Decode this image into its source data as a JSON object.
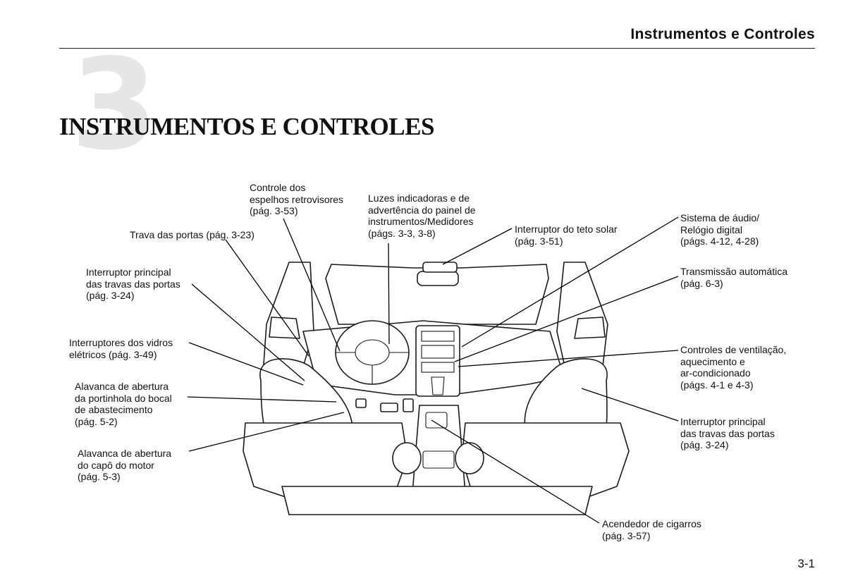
{
  "header": {
    "title": "Instrumentos e Controles"
  },
  "chapter": {
    "number": "3",
    "title": "INSTRUMENTOS E CONTROLES"
  },
  "callouts": {
    "mirror_control": "Controle dos\nespelhos retrovisores\n(pág. 3-53)",
    "door_lock": "Trava das portas (pág. 3-23)",
    "master_lock_left": "Interruptor principal\ndas travas das portas\n(pág. 3-24)",
    "power_windows": "Interruptores dos vidros\nelétricos (pág. 3-49)",
    "fuel_door": "Alavanca de abertura\nda portinhola do bocal\nde abastecimento\n(pág. 5-2)",
    "hood_release": "Alavanca de abertura\ndo capô do motor\n(pág. 5-3)",
    "indicator_lights": "Luzes indicadoras e de\nadvertência do painel de\ninstrumentos/Medidores\n(págs. 3-3, 3-8)",
    "moonroof": "Interruptor do teto solar\n(pág. 3-51)",
    "audio": "Sistema de áudio/\nRelógio digital\n(págs. 4-12, 4-28)",
    "transmission": "Transmissão automática\n(pág. 6-3)",
    "climate": "Controles de ventilação,\naquecimento e\nar-condicionado\n(págs. 4-1 e 4-3)",
    "master_lock_right": "Interruptor principal\ndas travas das portas\n(pág. 3-24)",
    "cigarette_lighter": "Acendedor de cigarros\n(pág. 3-57)"
  },
  "page_number": "3-1"
}
